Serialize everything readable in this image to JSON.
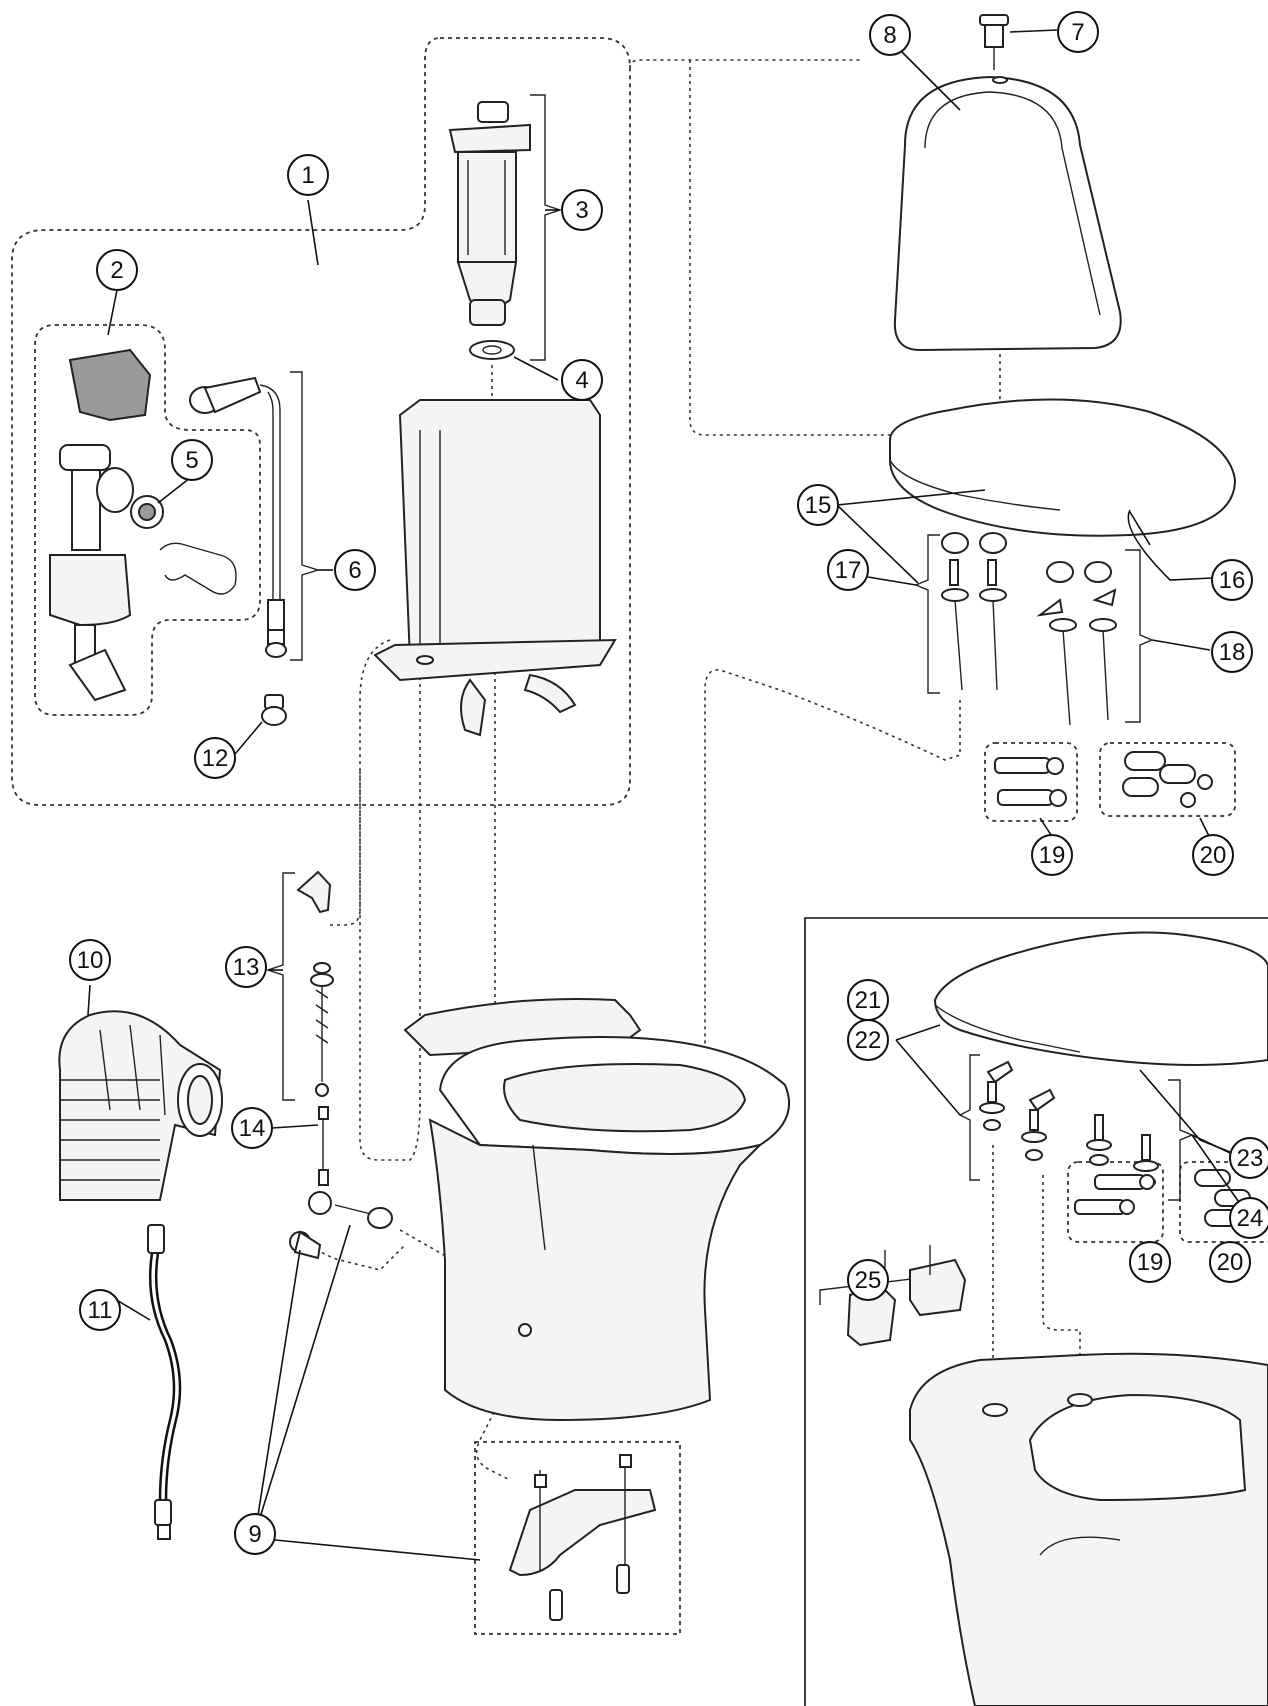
{
  "diagram": {
    "callouts": [
      {
        "id": "c1",
        "label": "1"
      },
      {
        "id": "c2",
        "label": "2"
      },
      {
        "id": "c3",
        "label": "3"
      },
      {
        "id": "c4",
        "label": "4"
      },
      {
        "id": "c5",
        "label": "5"
      },
      {
        "id": "c6",
        "label": "6"
      },
      {
        "id": "c7",
        "label": "7"
      },
      {
        "id": "c8",
        "label": "8"
      },
      {
        "id": "c9",
        "label": "9"
      },
      {
        "id": "c10",
        "label": "10"
      },
      {
        "id": "c11",
        "label": "11"
      },
      {
        "id": "c12",
        "label": "12"
      },
      {
        "id": "c13",
        "label": "13"
      },
      {
        "id": "c14",
        "label": "14"
      },
      {
        "id": "c15",
        "label": "15"
      },
      {
        "id": "c16",
        "label": "16"
      },
      {
        "id": "c17",
        "label": "17"
      },
      {
        "id": "c18",
        "label": "18"
      },
      {
        "id": "c19a",
        "label": "19"
      },
      {
        "id": "c20a",
        "label": "20"
      },
      {
        "id": "c21",
        "label": "21"
      },
      {
        "id": "c22",
        "label": "22"
      },
      {
        "id": "c23",
        "label": "23"
      },
      {
        "id": "c24",
        "label": "24"
      },
      {
        "id": "c19b",
        "label": "19"
      },
      {
        "id": "c20b",
        "label": "20"
      },
      {
        "id": "c25",
        "label": "25"
      }
    ]
  }
}
